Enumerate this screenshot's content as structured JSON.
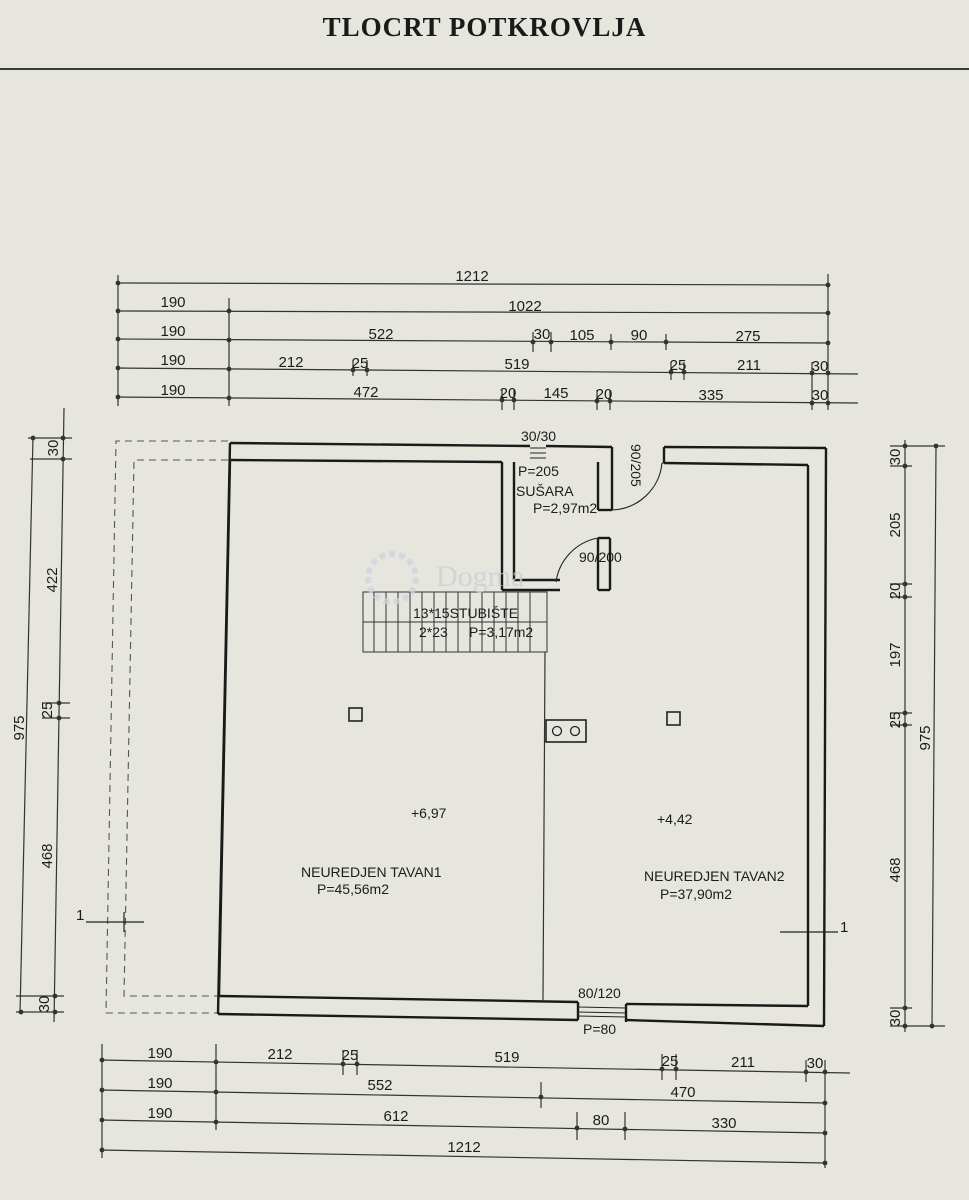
{
  "title": "TLOCRT POTKROVLJA",
  "top_dims": {
    "row1": [
      "1212"
    ],
    "row2": [
      "190",
      "1022"
    ],
    "row3": [
      "190",
      "522",
      "30",
      "105",
      "90",
      "275"
    ],
    "row4": [
      "190",
      "212",
      "25",
      "519",
      "25",
      "211",
      "30"
    ],
    "row5": [
      "190",
      "472",
      "20",
      "145",
      "20",
      "335",
      "30"
    ]
  },
  "bottom_dims": {
    "row1": [
      "190",
      "212",
      "25",
      "519",
      "25",
      "211",
      "30"
    ],
    "row2": [
      "190",
      "552",
      "470"
    ],
    "row3": [
      "190",
      "612",
      "80",
      "330"
    ],
    "row4": [
      "1212"
    ]
  },
  "left_dims": {
    "outer": "975",
    "inner": [
      "30",
      "422",
      "25",
      "468",
      "30"
    ]
  },
  "right_dims": {
    "inner": [
      "30",
      "205",
      "20",
      "197",
      "25",
      "468",
      "30"
    ],
    "outer": "975"
  },
  "openings": {
    "top_window": "30/30",
    "door_right": "90/205",
    "door_susara": "90/200",
    "bottom_window": "80/120",
    "bottom_window_parapet": "P=80"
  },
  "rooms": {
    "susara": {
      "parapet": "P=205",
      "name": "SUŠARA",
      "area": "P=2,97m2"
    },
    "stairs": {
      "line1": "13*15STUBIŠTE",
      "line2": "2*23",
      "area": "P=3,17m2"
    },
    "tavan1": {
      "level": "+6,97",
      "name": "NEUREDJEN TAVAN1",
      "area": "P=45,56m2"
    },
    "tavan2": {
      "level": "+4,42",
      "name": "NEUREDJEN TAVAN2",
      "area": "P=37,90m2"
    }
  },
  "section_marks": [
    "1",
    "1"
  ],
  "watermark": "Dogma"
}
